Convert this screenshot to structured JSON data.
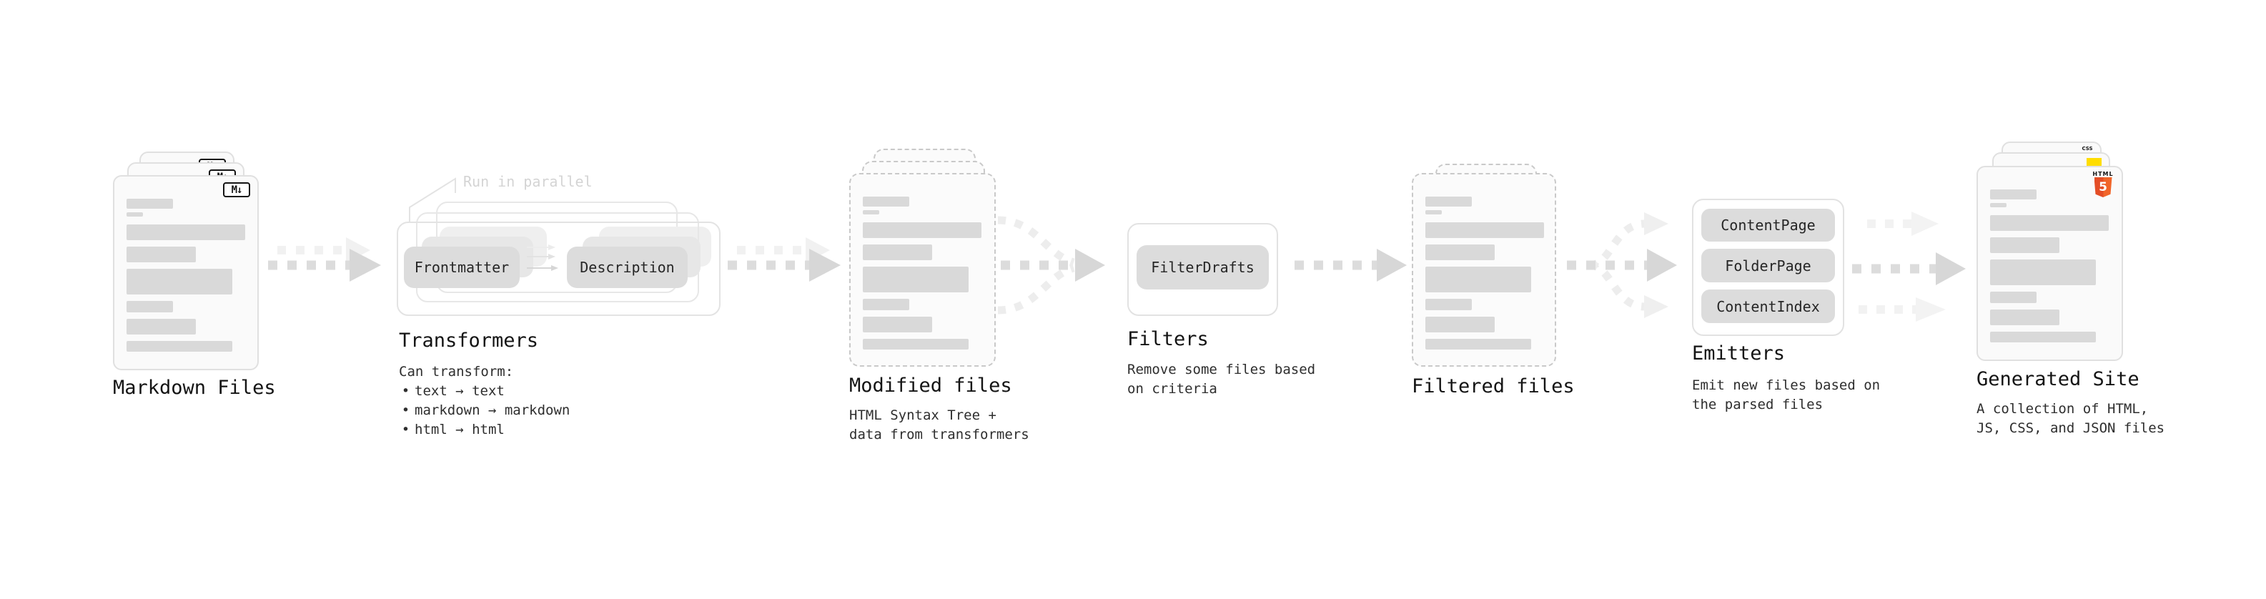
{
  "stages": {
    "markdown": {
      "title": "Markdown Files"
    },
    "transformers": {
      "title": "Transformers",
      "annotation": "Run in parallel",
      "pill_left": "Frontmatter",
      "pill_right": "Description",
      "desc_lead": "Can transform:",
      "bullets": [
        "text → text",
        "markdown → markdown",
        "html → html"
      ]
    },
    "modified": {
      "title": "Modified files",
      "desc": "HTML Syntax Tree +\ndata from transformers"
    },
    "filters": {
      "title": "Filters",
      "pill": "FilterDrafts",
      "desc": "Remove some files based\non criteria"
    },
    "filtered": {
      "title": "Filtered files"
    },
    "emitters": {
      "title": "Emitters",
      "pills": [
        "ContentPage",
        "FolderPage",
        "ContentIndex"
      ],
      "desc": "Emit new files based on\nthe parsed files"
    },
    "generated": {
      "title": "Generated Site",
      "desc": "A collection of HTML,\nJS, CSS, and JSON files"
    }
  },
  "icons": {
    "markdown_badge": "M↓",
    "html5_label": "HTML",
    "html5_number": "5",
    "css_label": "CSS"
  },
  "colors": {
    "html5_orange_dark": "#e44d26",
    "html5_orange": "#f16529",
    "js_yellow": "#ffdd00",
    "css_blue": "#2965f1",
    "card_bg": "#fafafa",
    "card_border": "#e0e0e0",
    "dashed_border": "#c9c9c9",
    "bar_gray": "#d9d9d9",
    "pill_gray": "#dcdcdc",
    "arrow_gray": "#d7d7d7",
    "arrow_light": "#f1f1f1",
    "annotation_gray": "#d4d4d4",
    "text_dark": "#141414"
  }
}
